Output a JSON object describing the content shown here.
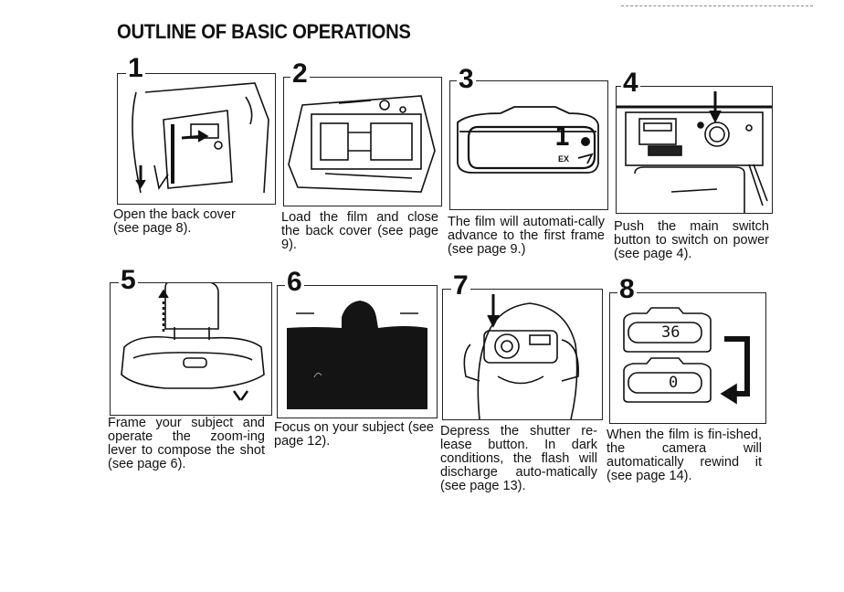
{
  "page": {
    "title": "OUTLINE OF BASIC OPERATIONS"
  },
  "steps": [
    {
      "number": "1",
      "caption": "Open the back cover\n(see page 8)."
    },
    {
      "number": "2",
      "caption": "Load the film and close the back cover (see page 9)."
    },
    {
      "number": "3",
      "caption": "The film will automati-cally advance to the first frame (see page 9.)",
      "display": "1",
      "display_unit": "EX"
    },
    {
      "number": "4",
      "caption": "Push the main switch button to switch on power (see page 4)."
    },
    {
      "number": "5",
      "caption": "Frame your subject and operate the zoom-ing lever to compose the shot (see page 6)."
    },
    {
      "number": "6",
      "caption": "Focus on your subject (see page 12)."
    },
    {
      "number": "7",
      "caption": "Depress the shutter re-lease button. In dark conditions, the flash will discharge auto-matically (see page 13)."
    },
    {
      "number": "8",
      "caption": "When the film is fin-ished, the camera will automatically rewind it (see page 14).",
      "display_top": "36",
      "display_bottom": "0"
    }
  ]
}
